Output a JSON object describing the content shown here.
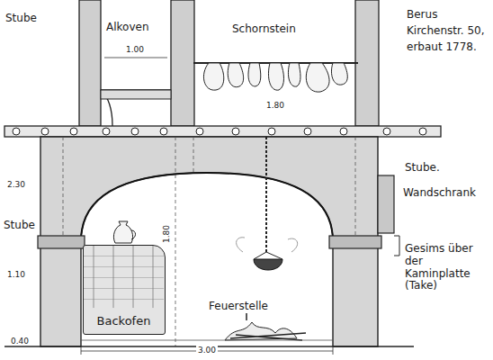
{
  "diagram": {
    "nodes": [
      {
        "text": [
          "Backofen"
        ]
      }
    ],
    "labels": [
      "Stube",
      "Alkoven",
      "1.00",
      "Schornstein",
      "Berus",
      "Kirchenstr. 50,",
      "erbaut 1778.",
      "1.80",
      "Stube.",
      "Wandschrank",
      "2.30",
      "Stube",
      "1.10",
      "1.80",
      "Feuerstelle",
      "Gesims über der Kaminplatte (Take)",
      "3.00",
      "0.40"
    ]
  }
}
